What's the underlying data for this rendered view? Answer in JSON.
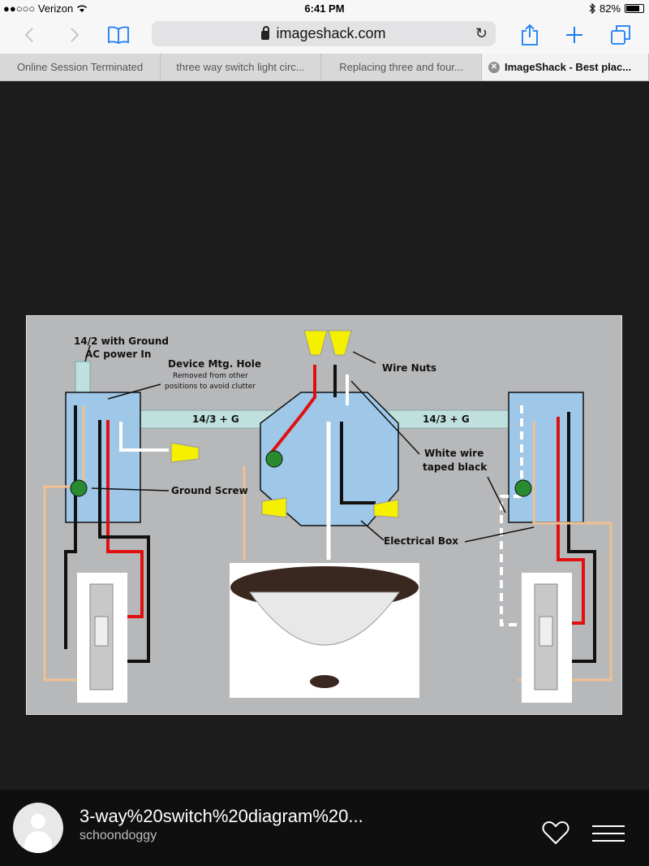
{
  "status": {
    "carrier": "●●○○○ Verizon",
    "time": "6:41 PM",
    "battery": "82%",
    "battery_level": 0.82
  },
  "browser": {
    "url": "imageshack.com"
  },
  "tabs": [
    {
      "label": "Online Session Terminated"
    },
    {
      "label": "three way switch light circ..."
    },
    {
      "label": "Replacing three and four..."
    },
    {
      "label": "ImageShack - Best plac..."
    }
  ],
  "diagram": {
    "labels": {
      "power_in_1": "14/2 with Ground",
      "power_in_2": "AC power In",
      "mtg_hole": "Device Mtg. Hole",
      "mtg_note_1": "Removed from other",
      "mtg_note_2": "positions to avoid clutter",
      "wire_nuts": "Wire Nuts",
      "cable_left": "14/3 + G",
      "cable_right": "14/3 + G",
      "white_taped_1": "White wire",
      "white_taped_2": "taped black",
      "ground_screw": "Ground Screw",
      "electrical_box": "Electrical Box"
    }
  },
  "footer": {
    "title": "3-way%20switch%20diagram%20...",
    "user": "schoondoggy"
  }
}
